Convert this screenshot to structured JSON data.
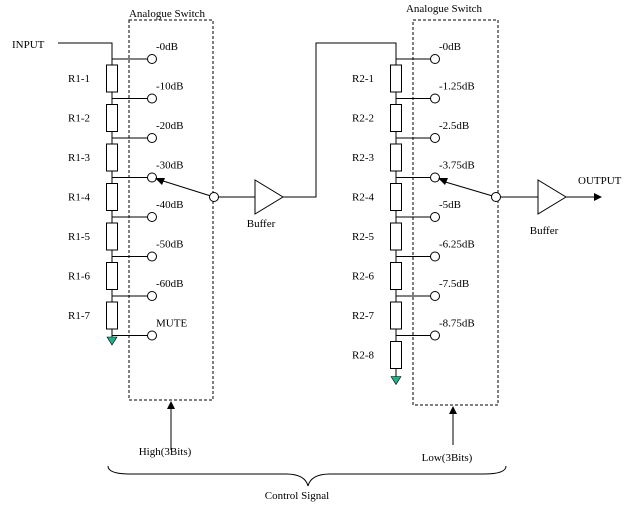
{
  "left": {
    "switch_title": "Analogue Switch",
    "input_label": "INPUT",
    "resistors": [
      "R1-1",
      "R1-2",
      "R1-3",
      "R1-4",
      "R1-5",
      "R1-6",
      "R1-7"
    ],
    "taps": [
      "-0dB",
      "-10dB",
      "-20dB",
      "-30dB",
      "-40dB",
      "-50dB",
      "-60dB",
      "MUTE"
    ],
    "buffer_label": "Buffer",
    "control_label": "High(3Bits)"
  },
  "right": {
    "switch_title": "Analogue Switch",
    "output_label": "OUTPUT",
    "resistors": [
      "R2-1",
      "R2-2",
      "R2-3",
      "R2-4",
      "R2-5",
      "R2-6",
      "R2-7",
      "R2-8"
    ],
    "taps": [
      "-0dB",
      "-1.25dB",
      "-2.5dB",
      "-3.75dB",
      "-5dB",
      "-6.25dB",
      "-7.5dB",
      "-8.75dB"
    ],
    "buffer_label": "Buffer",
    "control_label": "Low(3Bits)"
  },
  "control_signal_label": "Control Signal",
  "colors": {
    "ground": "#1fb28a",
    "line": "#000000"
  }
}
